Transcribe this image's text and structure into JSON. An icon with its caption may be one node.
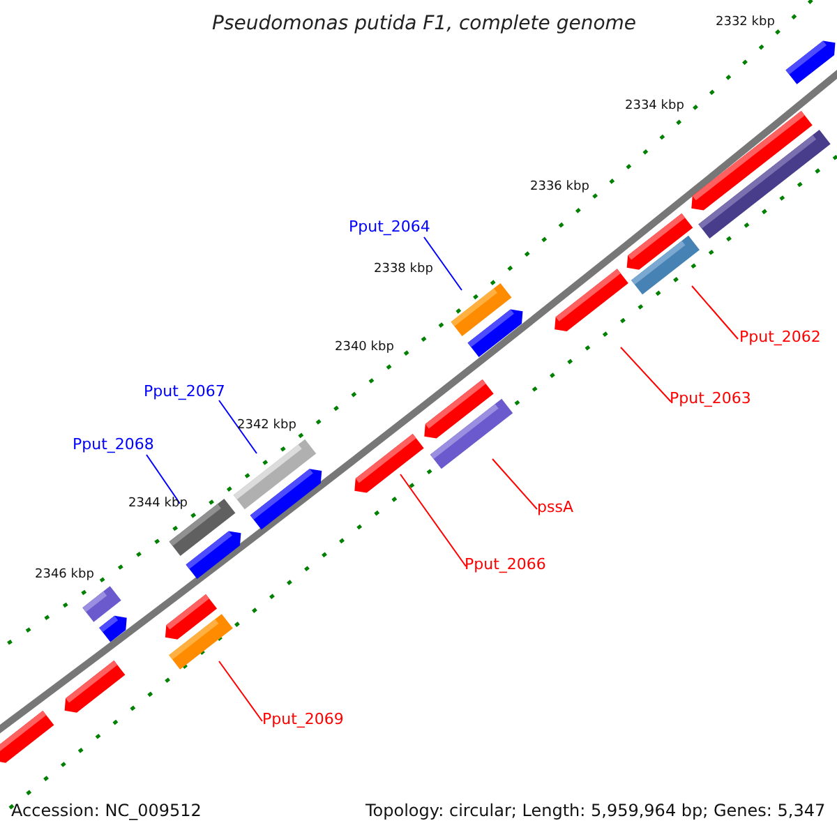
{
  "diagram": {
    "title": "Pseudomonas putida F1, complete genome",
    "nodes": [
      {
        "text": [
          "Pput_2064"
        ]
      },
      {
        "text": [
          "Pput_2062"
        ]
      },
      {
        "text": [
          "Pput_2063"
        ]
      },
      {
        "text": [
          "Pput_2067"
        ]
      },
      {
        "text": [
          "Pput_2068"
        ]
      },
      {
        "text": [
          "pssA"
        ]
      },
      {
        "text": [
          "Pput_2066"
        ]
      },
      {
        "text": [
          "Pput_2069"
        ]
      },
      {
        "text": [],
        "shape": "bar"
      },
      {
        "text": [],
        "shape": "bar"
      },
      {
        "text": [],
        "shape": "bar"
      },
      {
        "text": [],
        "shape": "bar"
      },
      {
        "text": [],
        "shape": "bar"
      },
      {
        "text": [],
        "shape": "bar"
      },
      {
        "text": [],
        "shape": "bar"
      },
      {
        "text": [],
        "shape": "bar"
      },
      {
        "text": [],
        "shape": "bar"
      },
      {
        "text": [],
        "shape": "bar"
      },
      {
        "text": [],
        "shape": "bar"
      },
      {
        "text": [],
        "shape": "bar"
      },
      {
        "text": [],
        "shape": "bar"
      },
      {
        "text": [],
        "shape": "bar"
      },
      {
        "text": [],
        "shape": "bar"
      },
      {
        "text": [],
        "shape": "bar"
      },
      {
        "text": [],
        "shape": "bar"
      },
      {
        "text": [],
        "shape": "bar"
      },
      {
        "text": [],
        "shape": "bar"
      },
      {
        "text": [],
        "shape": "bar"
      },
      {
        "text": [],
        "shape": "bar"
      }
    ],
    "edges": [
      {
        "from": 0,
        "to": 14,
        "arrow": "none",
        "color": "#0000ff"
      },
      {
        "from": 1,
        "to": 12,
        "arrow": "none"
      },
      {
        "from": 2,
        "to": 13,
        "arrow": "none"
      },
      {
        "from": 3,
        "to": 19,
        "arrow": "none",
        "color": "#0000ff"
      },
      {
        "from": 4,
        "to": 21,
        "arrow": "none",
        "color": "#0000ff"
      },
      {
        "from": 5,
        "to": 17,
        "arrow": "none"
      },
      {
        "from": 6,
        "to": 18,
        "arrow": "none"
      },
      {
        "from": 7,
        "to": 26,
        "arrow": "none"
      }
    ],
    "labels": [
      "2332 kbp",
      "2334 kbp",
      "2336 kbp",
      "2338 kbp",
      "2340 kbp",
      "2342 kbp",
      "2344 kbp",
      "2346 kbp",
      "Accession: NC_009512",
      "Topology: circular; Length: 5,959,964 bp; Genes: 5,347"
    ]
  }
}
